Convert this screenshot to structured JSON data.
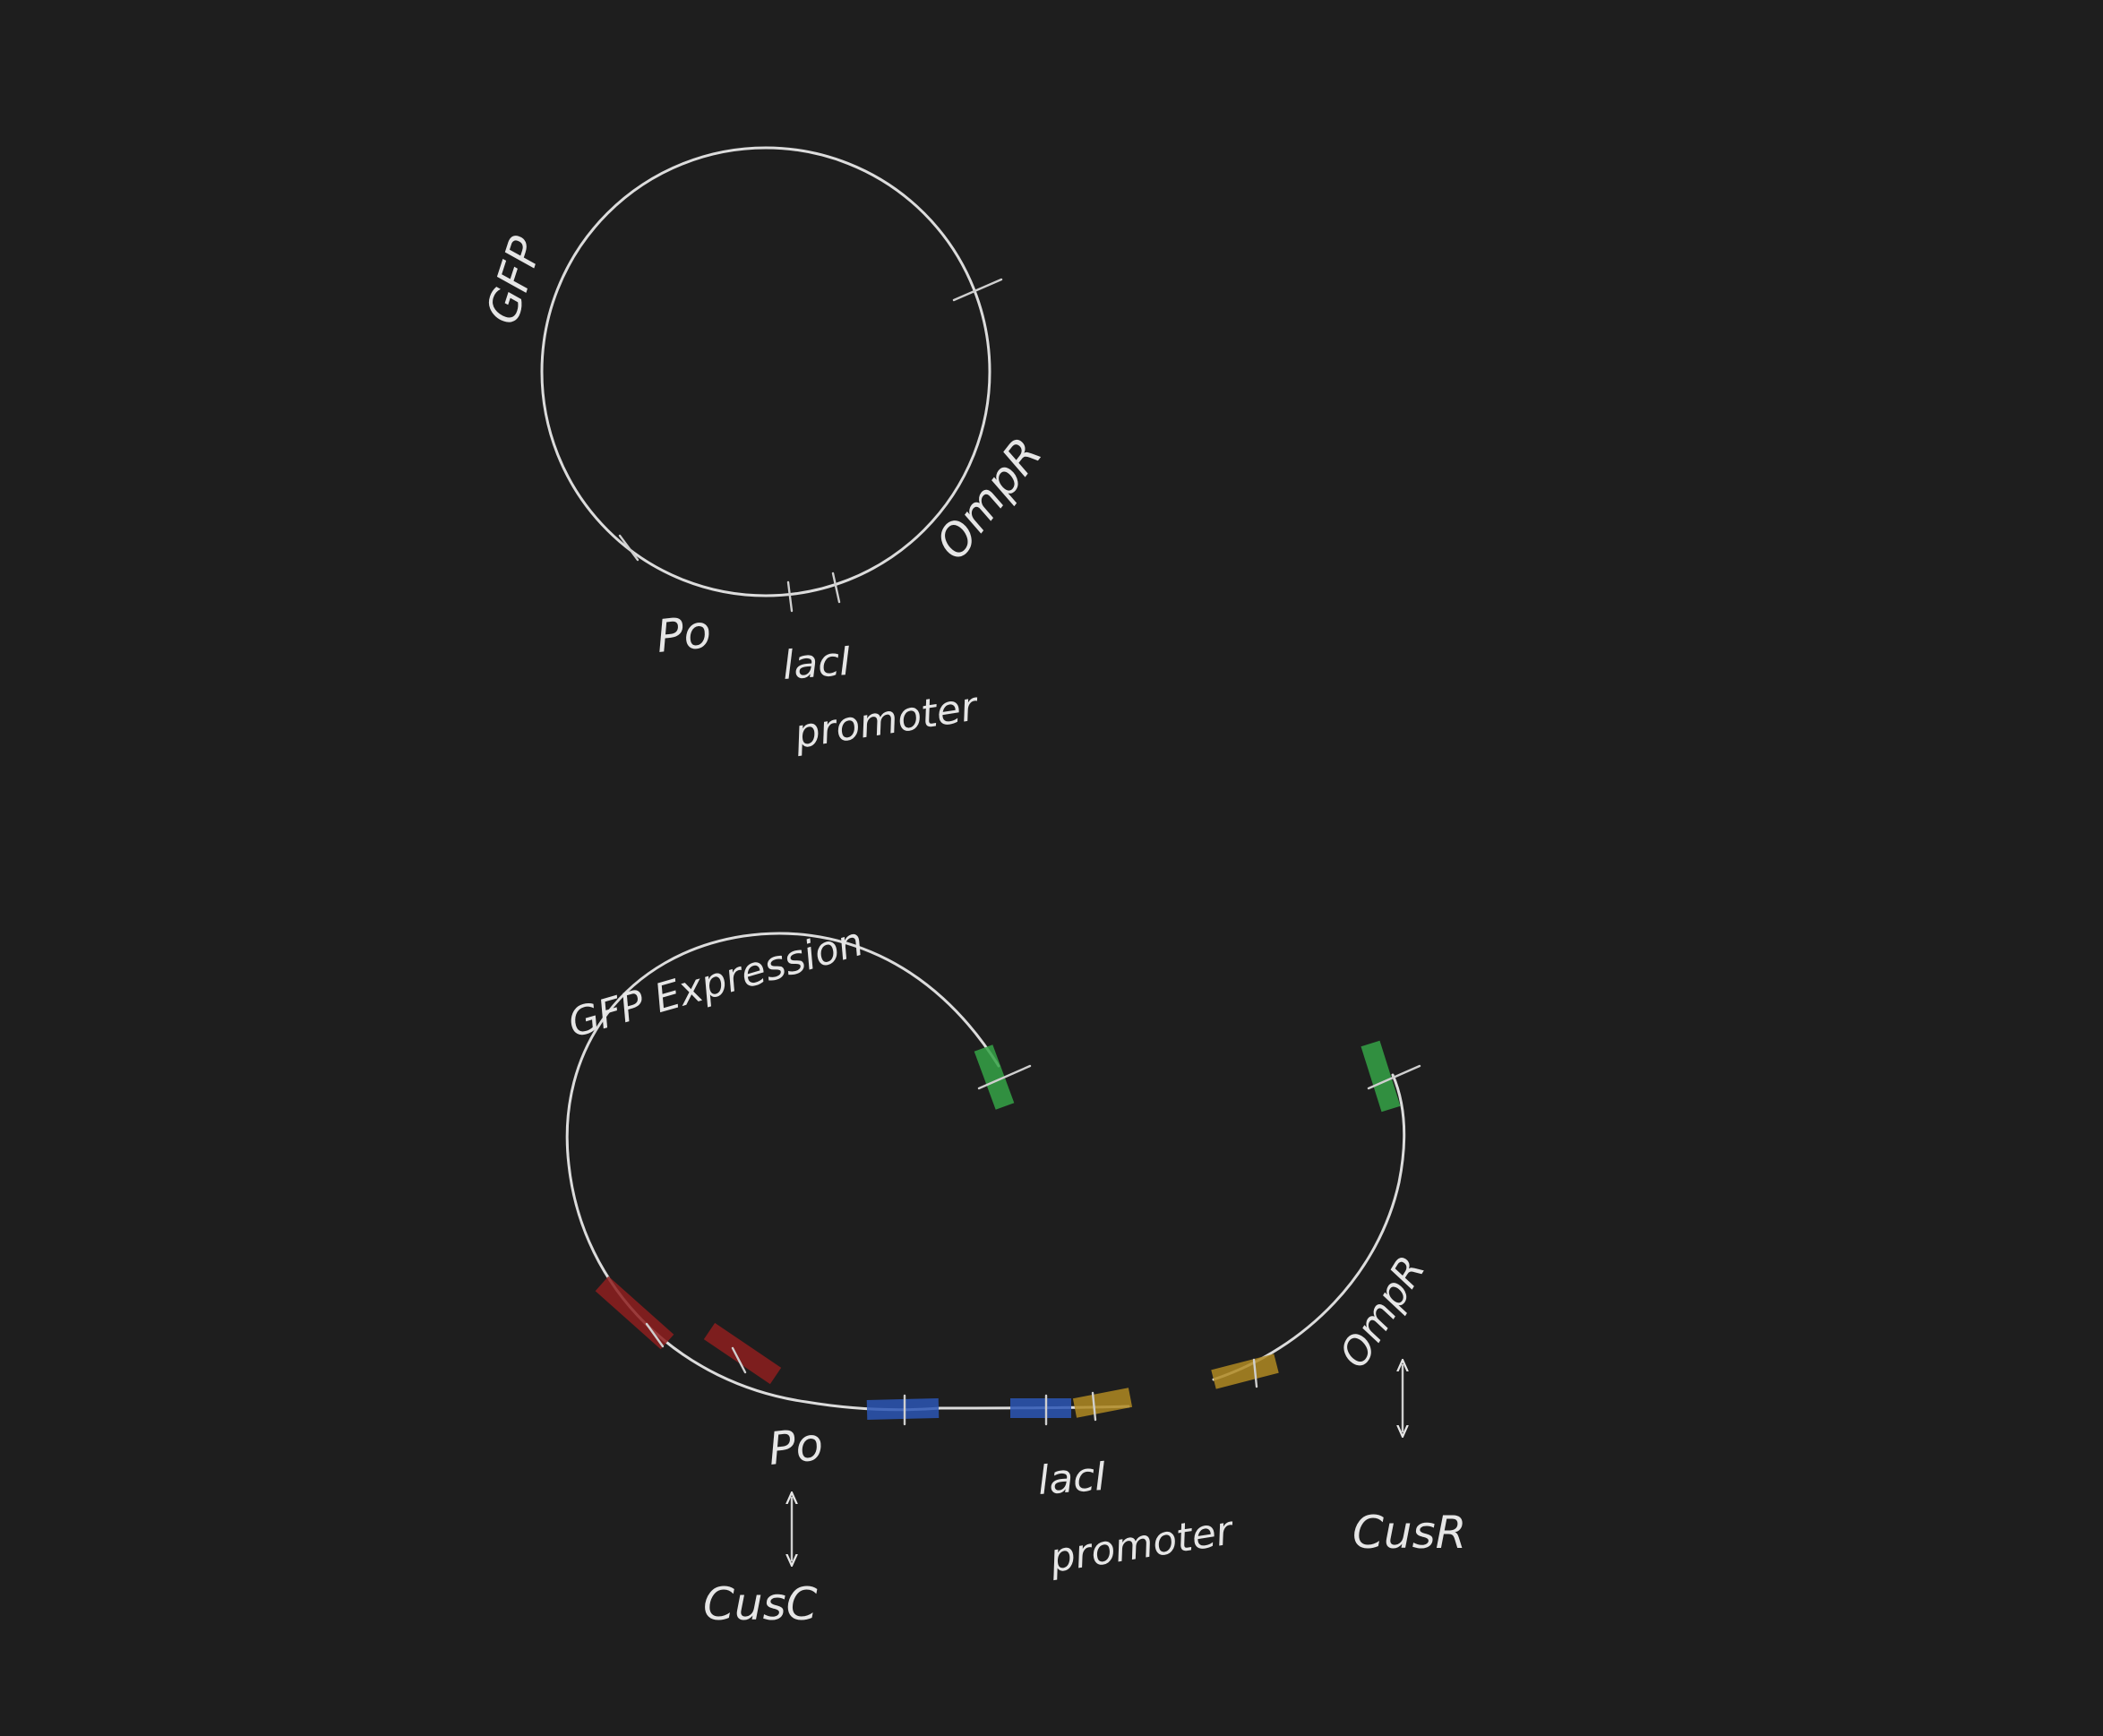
{
  "colors": {
    "background": "#1e1e1e",
    "chalk": "#dcdcdc",
    "green": "#35a347",
    "red": "#8e1f1f",
    "blue": "#2c56b5",
    "yellow": "#b08a22"
  },
  "top_plasmid": {
    "labels": {
      "gfp": "GFP",
      "ompr": "OmpR",
      "po": "Po",
      "laci": "lacI",
      "promoter": "promoter"
    }
  },
  "bottom_plasmid": {
    "labels": {
      "gfp_expression": "GFP Expression",
      "po": "Po",
      "laci": "lacI",
      "promoter": "promoter",
      "ompr": "OmpR",
      "cusc": "CusC",
      "cusr": "CusR"
    }
  }
}
